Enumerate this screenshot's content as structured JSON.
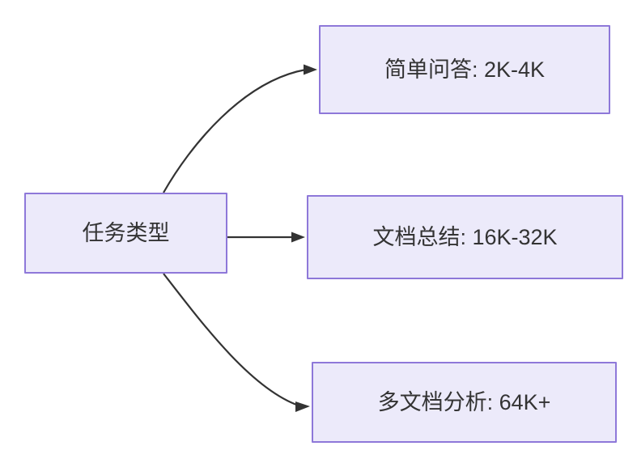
{
  "diagram": {
    "type": "flowchart",
    "direction": "left-to-right",
    "background_color": "#ffffff",
    "node_fill_color": "#ECEAFA",
    "node_border_color": "#8E78D9",
    "node_text_color": "#333333",
    "edge_color": "#333333",
    "root": {
      "id": "task-type",
      "label": "任务类型"
    },
    "branches": [
      {
        "id": "simple-qa",
        "label": "简单问答: 2K-4K",
        "edge_style": "curved",
        "arrowhead": "filled-triangle"
      },
      {
        "id": "doc-summary",
        "label": "文档总结: 16K-32K",
        "edge_style": "straight",
        "arrowhead": "filled-triangle"
      },
      {
        "id": "multi-doc",
        "label": "多文档分析: 64K+",
        "edge_style": "curved",
        "arrowhead": "filled-triangle"
      }
    ]
  }
}
